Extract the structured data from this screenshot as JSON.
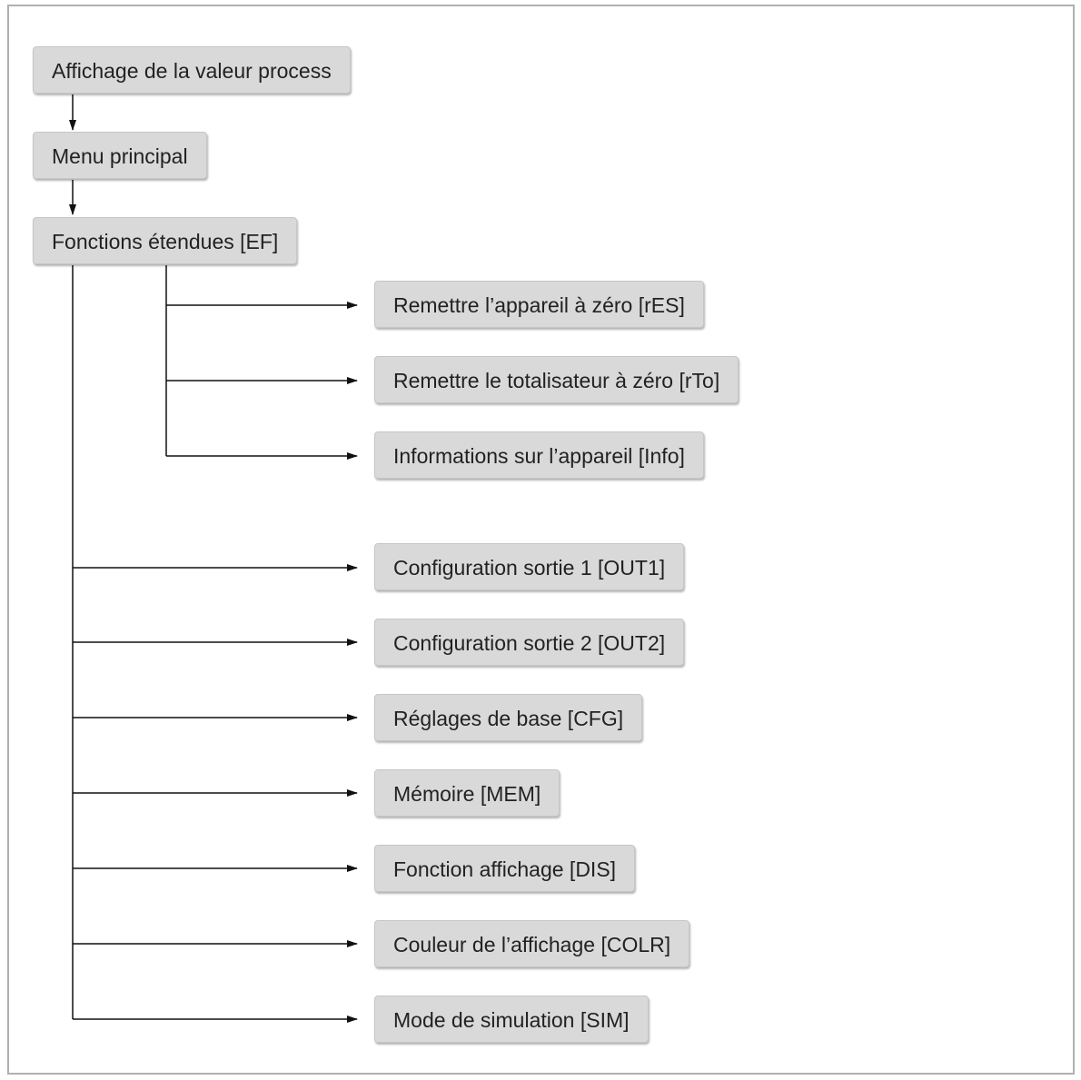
{
  "diagram": {
    "nodes": {
      "process_value": "Affichage de la valeur process",
      "main_menu": "Menu principal",
      "extended_functions": "Fonctions étendues [EF]",
      "reset_device": "Remettre l’appareil à zéro [rES]",
      "reset_totalizer": "Remettre le totalisateur à zéro [rTo]",
      "device_info": "Informations sur l’appareil [Info]",
      "output1": "Configuration sortie 1 [OUT1]",
      "output2": "Configuration sortie 2 [OUT2]",
      "basic_settings": "Réglages de base [CFG]",
      "memory": "Mémoire [MEM]",
      "display_function": "Fonction affichage [DIS]",
      "display_color": "Couleur de l’affichage [COLR]",
      "simulation_mode": "Mode de simulation [SIM]"
    },
    "colors": {
      "node_fill": "#d9d9d9",
      "node_border": "#c6c6c6",
      "line": "#111111",
      "frame": "#b0b0b0"
    }
  }
}
